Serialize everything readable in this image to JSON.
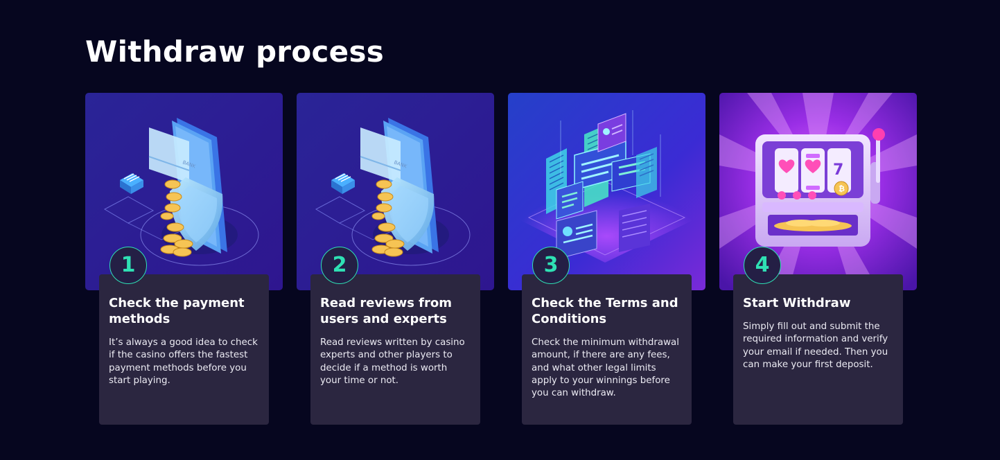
{
  "header": {
    "title": "Withdraw process"
  },
  "steps": [
    {
      "number": "1",
      "title": "Check the payment methods",
      "text": "It’s always a good idea to check if the casino offers the fastest payment methods before you start playing.",
      "illustration": "phone-bank-card-shield-coins"
    },
    {
      "number": "2",
      "title": "Read reviews from users and experts",
      "text": "Read reviews written by casino experts and other players to decide if a method is worth your time or not.",
      "illustration": "phone-bank-card-shield-coins"
    },
    {
      "number": "3",
      "title": "Check the Terms and Conditions",
      "text": "Check the minimum withdrawal amount, if there are any fees, and what other legal limits apply to your winnings before you can withdraw.",
      "illustration": "isometric-documents-servers"
    },
    {
      "number": "4",
      "title": "Start Withdraw",
      "text": "Simply fill out and submit the required information and verify your email if needed. Then you can make your first deposit.",
      "illustration": "slot-machine-coins"
    }
  ],
  "colors": {
    "background": "#06061f",
    "card": "#2b2640",
    "accent": "#2fe0b4",
    "art_blue": "#2b1e9a",
    "art_purple": "#6a1bc9"
  }
}
